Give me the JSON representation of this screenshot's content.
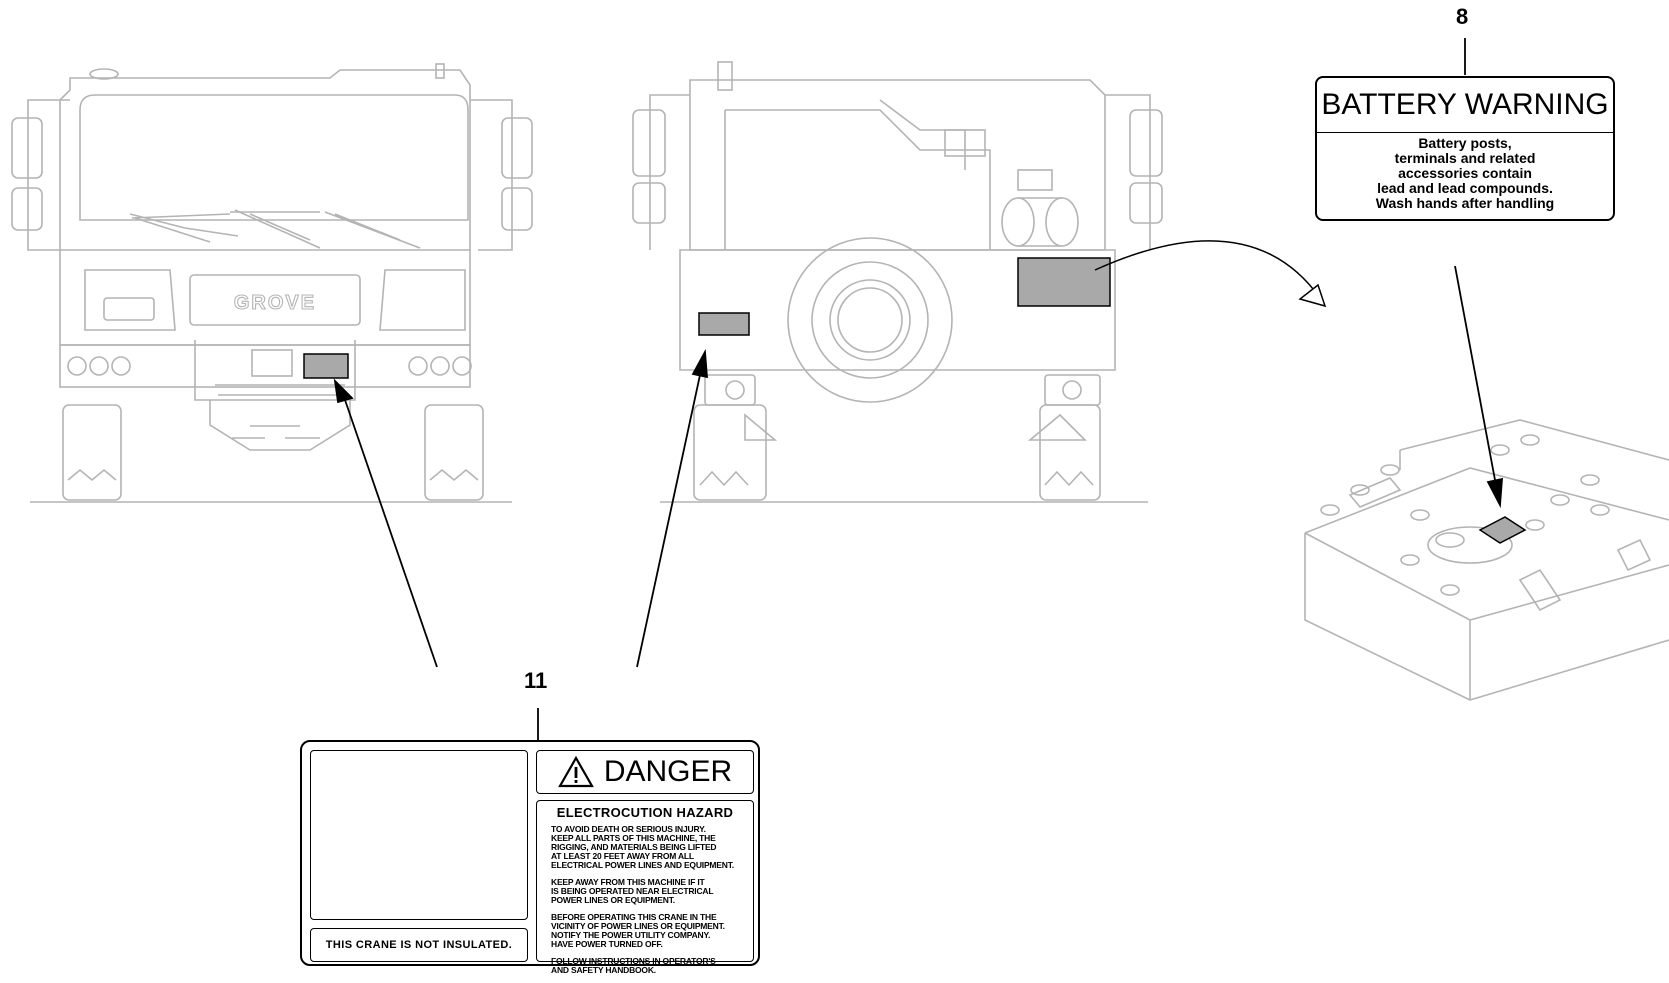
{
  "callouts": {
    "battery_number": "8",
    "danger_number": "11"
  },
  "front_view": {
    "grille_badge": "GROVE"
  },
  "battery_label": {
    "title": "BATTERY WARNING",
    "lines": [
      "Battery posts,",
      "terminals and related",
      "accessories contain",
      "lead and lead compounds.",
      "Wash hands after handling"
    ]
  },
  "danger_label": {
    "title": "DANGER",
    "hazard": "ELECTROCUTION HAZARD",
    "paragraphs": [
      [
        "TO AVOID DEATH OR SERIOUS INJURY.",
        "KEEP ALL PARTS OF THIS MACHINE, THE",
        "RIGGING, AND MATERIALS BEING LIFTED",
        "AT LEAST 20 FEET AWAY FROM ALL",
        "ELECTRICAL POWER LINES AND EQUIPMENT."
      ],
      [
        "KEEP AWAY FROM THIS MACHINE IF IT",
        "IS BEING OPERATED NEAR ELECTRICAL",
        "POWER LINES OR EQUIPMENT."
      ],
      [
        "BEFORE OPERATING THIS CRANE IN THE",
        "VICINITY OF POWER LINES OR EQUIPMENT.",
        "NOTIFY THE POWER UTILITY COMPANY.",
        "HAVE POWER TURNED OFF."
      ],
      [
        "FOLLOW INSTRUCTIONS IN OPERATOR'S",
        "AND SAFETY HANDBOOK."
      ]
    ],
    "footer": "THIS CRANE IS NOT INSULATED."
  },
  "colors": {
    "decal_fill": "#a9a9a9",
    "outline_gray": "#b4b4b4",
    "ink": "#000000"
  },
  "icons": [
    "warning-triangle-icon",
    "crane-electrocution-pictogram"
  ]
}
